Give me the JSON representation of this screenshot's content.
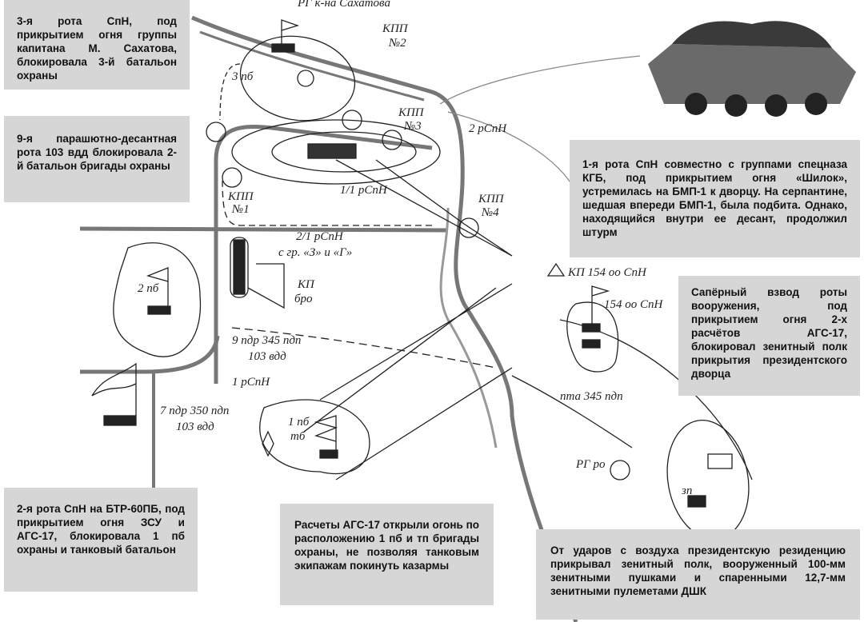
{
  "boxes": {
    "b3rota": "3-я рота СпН, под прикрытием огня группы капитана М. Сахатова, блокировала 3-й батальон охраны",
    "b9rota": "9-я парашютно-десантная рота 103 вдд блокировала 2-й батальон бригады охраны",
    "b1rota": "1-я рота СпН совместно с группами спецназа КГБ, под прикрытием огня «Шилок», устремилась на БМП-1 к дворцу. На серпантине, шедшая впереди БМП-1, была подбита. Однако, находящийся внутри ее десант, продолжил штурм",
    "bsaper": "Сапёрный взвод роты вооружения, под прикрытием огня 2-х расчётов АГС-17, блокировал зенитный полк прикрытия президентского дворца",
    "b2rota": "2-я рота СпН на БТР-60ПБ, под прикрытием огня ЗСУ и АГС-17, блокировала 1 пб охраны и танковый батальон",
    "bags": "Расчеты АГС-17 открыли огонь по расположению 1 пб и тп бригады охраны, не позволяя танковым экипажам покинуть казармы",
    "bzenit": "От ударов с воздуха президентскую резиденцию прикрывал зенитный полк, вооруженный 100-мм зенитными пушками и спаренными 12,7-мм зенитными пулеметами ДШК"
  },
  "labels": {
    "rg_sakhatov": "РГ к-на Сахатова",
    "kpp2a": "КПП",
    "kpp2b": "№2",
    "pb3": "3 пб",
    "kpp3a": "КПП",
    "kpp3b": "№3",
    "r2": "2 рСпН",
    "r11": "1/1 рСпН",
    "kpp1a": "КПП",
    "kpp1b": "№1",
    "kpp4a": "КПП",
    "kpp4b": "№4",
    "r21a": "2/1 рСпН",
    "r21b": "с гр. «З» и «Г»",
    "kpa": "КП",
    "kpb": "бро",
    "pb2": "2 пб",
    "kp154": "КП 154 оо СпН",
    "oo154": "154 оо СпН",
    "pdr9a": "9 пдр 345 пдп",
    "pdr9b": "103 вдд",
    "r1": "1 рСпН",
    "pta": "пта 345 пдп",
    "pdr7a": "7 пдр 350 пдп",
    "pdr7b": "103 вдд",
    "pb1a": "1 пб",
    "pb1b": "тб",
    "rgro": "РГ ро",
    "zp": "зп"
  },
  "colors": {
    "box_bg": "#d6d6d6",
    "road": "#777777",
    "ink": "#222222"
  }
}
